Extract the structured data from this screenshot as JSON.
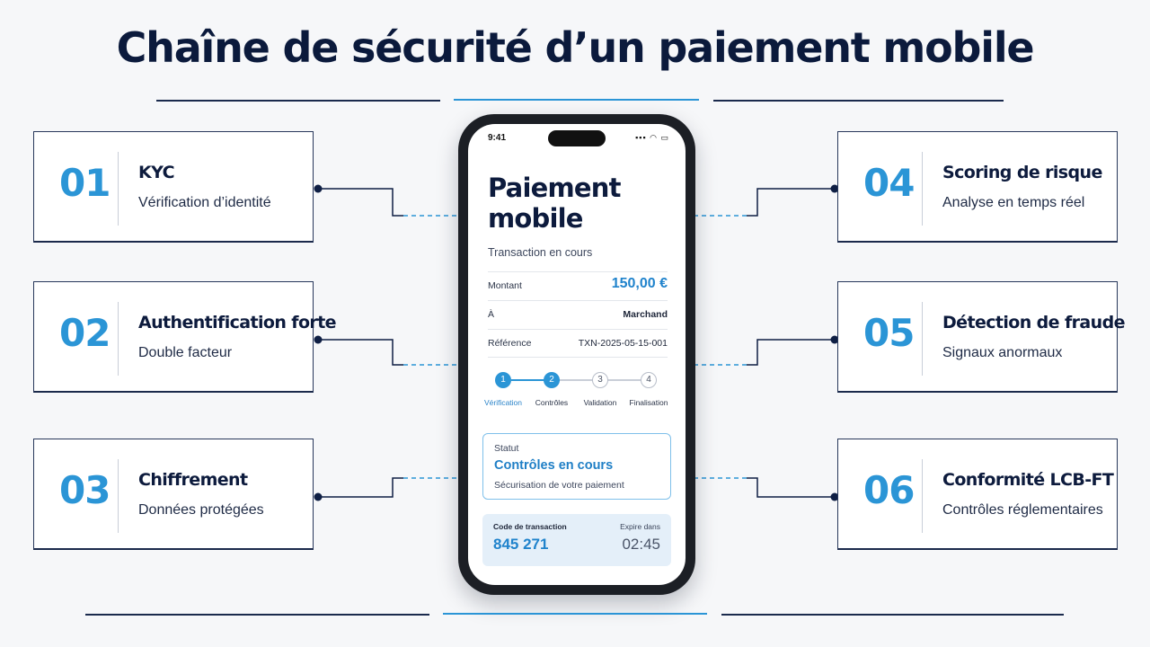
{
  "title": "Chaîne de sécurité d’un paiement mobile",
  "steps": [
    {
      "num": "01",
      "title": "KYC",
      "subtitle": "Vérification d’identité"
    },
    {
      "num": "02",
      "title": "Authentification forte",
      "subtitle": "Double facteur"
    },
    {
      "num": "03",
      "title": "Chiffrement",
      "subtitle": "Données protégées"
    },
    {
      "num": "04",
      "title": "Scoring de risque",
      "subtitle": "Analyse en temps réel"
    },
    {
      "num": "05",
      "title": "Détection de fraude",
      "subtitle": "Signaux anormaux"
    },
    {
      "num": "06",
      "title": "Conformité LCB-FT",
      "subtitle": "Contrôles réglementaires"
    }
  ],
  "phone": {
    "time": "9:41",
    "status_icons": "▪▪▪ ◠ ▭",
    "title": "Paiement mobile",
    "subtitle": "Transaction en cours",
    "details": [
      {
        "label": "Montant",
        "value": "150,00 €"
      },
      {
        "label": "À",
        "value": "Marchand"
      },
      {
        "label": "Référence",
        "value": "TXN-2025-05-15-001"
      }
    ],
    "progress_steps": [
      {
        "num": "1",
        "label": "Vérification",
        "state": "done"
      },
      {
        "num": "2",
        "label": "Contrôles",
        "state": "done"
      },
      {
        "num": "3",
        "label": "Validation",
        "state": "todo"
      },
      {
        "num": "4",
        "label": "Finalisation",
        "state": "todo"
      }
    ],
    "status": {
      "label": "Statut",
      "value": "Contrôles en cours",
      "description": "Sécurisation de votre paiement"
    },
    "code": {
      "label": "Code de transaction",
      "value": "845 271",
      "expires_label": "Expire dans",
      "expires_value": "02:45"
    }
  },
  "colors": {
    "accent": "#2b95d6",
    "navy": "#0d1b3d",
    "background": "#f6f7f9"
  }
}
